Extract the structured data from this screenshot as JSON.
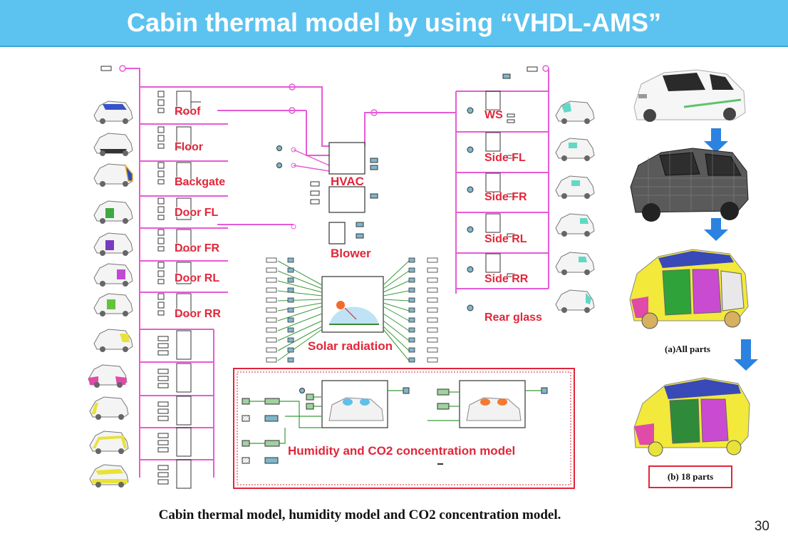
{
  "title": "Cabin thermal model by using “VHDL-AMS”",
  "left_blocks": [
    "Roof",
    "Floor",
    "Backgate",
    "Door FL",
    "Door FR",
    "Door RL",
    "Door RR"
  ],
  "right_blocks": [
    "WS",
    "Side FL",
    "Side FR",
    "Side RL",
    "Side RR",
    "Rear glass"
  ],
  "center": {
    "hvac": "HVAC",
    "blower": "Blower",
    "solar": "Solar radiation",
    "humidity": "Humidity and CO2 concentration model"
  },
  "vehicle_captions": {
    "all_parts": "(a)All parts",
    "parts_18": "(b) 18 parts"
  },
  "caption": "Cabin thermal model, humidity model and CO2 concentration model.",
  "page_number": "30",
  "colors": {
    "title_bg": "#5cc3f0",
    "wire": "#e65bd6",
    "label": "#e2263a",
    "arrow": "#2b82e0",
    "block_fill": "#7fb6cc"
  }
}
